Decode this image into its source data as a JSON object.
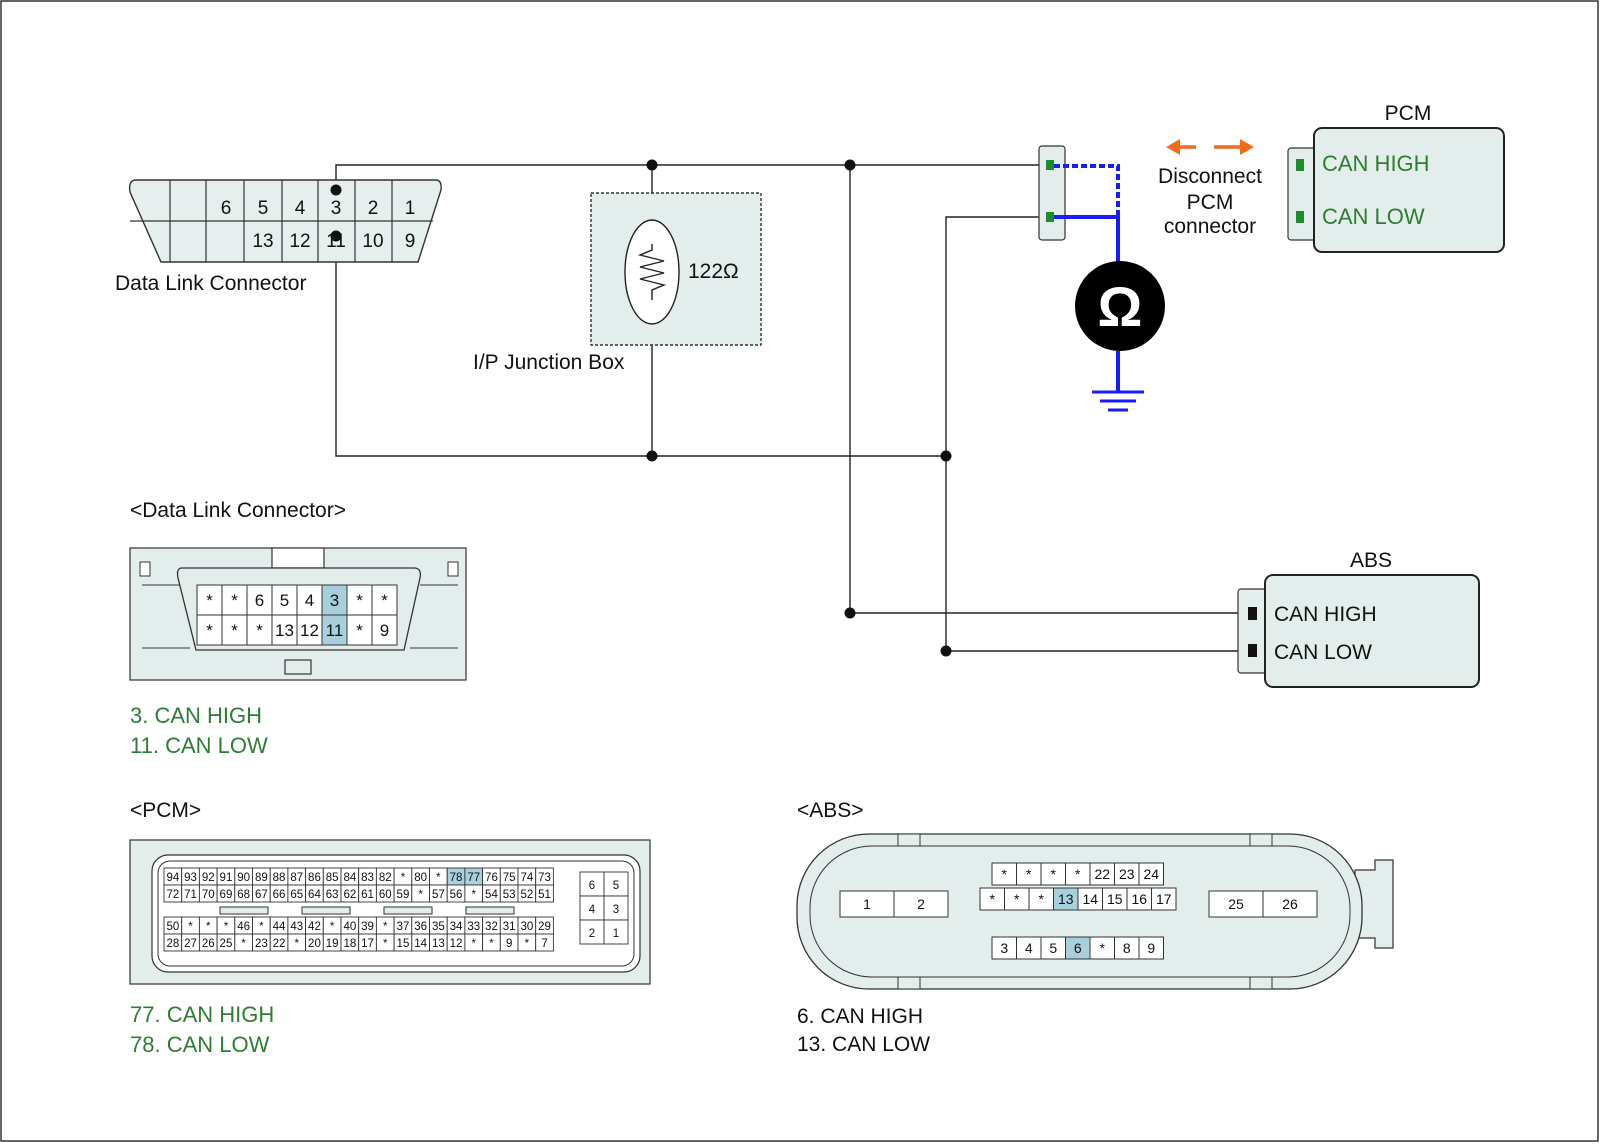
{
  "title": "",
  "colors": {
    "wire": "#222222",
    "probe_wire": "#1a1aff",
    "arrow": "#f26b1d",
    "highlight": "#a8d0dc",
    "box_fill": "#e3edec",
    "terminal_green": "#1e8c2e",
    "label_green": "#2e7d32"
  },
  "icons": {
    "meter": "ohm-meter-icon",
    "ground": "ground-icon",
    "resistor": "resistor-icon",
    "arrow": "double-arrow-icon"
  },
  "dlc_top": {
    "label": "Data Link Connector",
    "row1": [
      "6",
      "5",
      "4",
      "3",
      "2",
      "1"
    ],
    "row2": [
      "13",
      "12",
      "11",
      "10",
      "9"
    ]
  },
  "junction_box": {
    "label": "I/P Junction Box",
    "resistor": "122Ω"
  },
  "meter_symbol": "Ω",
  "disconnect_note": [
    "Disconnect",
    "PCM",
    "connector"
  ],
  "pcm_module": {
    "title": "PCM",
    "can_high": "CAN HIGH",
    "can_low": "CAN LOW"
  },
  "abs_module": {
    "title": "ABS",
    "can_high": "CAN HIGH",
    "can_low": "CAN LOW"
  },
  "dlc_face": {
    "title": "<Data Link Connector>",
    "row1": [
      "*",
      "*",
      "6",
      "5",
      "4",
      "3",
      "*",
      "*"
    ],
    "row2": [
      "*",
      "*",
      "*",
      "13",
      "12",
      "11",
      "*",
      "9"
    ],
    "highlight": [
      "3",
      "11"
    ],
    "legend": [
      "3. CAN HIGH",
      "11. CAN LOW"
    ]
  },
  "pcm_face": {
    "title": "<PCM>",
    "rows": [
      [
        "94",
        "93",
        "92",
        "91",
        "90",
        "89",
        "88",
        "87",
        "86",
        "85",
        "84",
        "83",
        "82",
        "*",
        "80",
        "*",
        "78",
        "77",
        "76",
        "75",
        "74",
        "73"
      ],
      [
        "72",
        "71",
        "70",
        "69",
        "68",
        "67",
        "66",
        "65",
        "64",
        "63",
        "62",
        "61",
        "60",
        "59",
        "*",
        "57",
        "56",
        "*",
        "54",
        "53",
        "52",
        "51"
      ],
      [
        "50",
        "*",
        "*",
        "*",
        "46",
        "*",
        "44",
        "43",
        "42",
        "*",
        "40",
        "39",
        "*",
        "37",
        "36",
        "35",
        "34",
        "33",
        "32",
        "31",
        "30",
        "29"
      ],
      [
        "28",
        "27",
        "26",
        "25",
        "*",
        "23",
        "22",
        "*",
        "20",
        "19",
        "18",
        "17",
        "*",
        "15",
        "14",
        "13",
        "12",
        "*",
        "*",
        "9",
        "*",
        "7"
      ]
    ],
    "side": [
      [
        "6",
        "5"
      ],
      [
        "4",
        "3"
      ],
      [
        "2",
        "1"
      ]
    ],
    "highlight": [
      "78",
      "77"
    ],
    "legend": [
      "77. CAN HIGH",
      "78. CAN LOW"
    ]
  },
  "abs_face": {
    "title": "<ABS>",
    "row1": [
      "*",
      "*",
      "*",
      "*",
      "22",
      "23",
      "24"
    ],
    "row2": [
      "*",
      "*",
      "*",
      "13",
      "14",
      "15",
      "16",
      "17"
    ],
    "row3": [
      "3",
      "4",
      "5",
      "6",
      "*",
      "8",
      "9"
    ],
    "left": [
      "1",
      "2"
    ],
    "right": [
      "25",
      "26"
    ],
    "highlight": [
      "13",
      "6"
    ],
    "legend": [
      "6. CAN HIGH",
      "13. CAN LOW"
    ]
  }
}
